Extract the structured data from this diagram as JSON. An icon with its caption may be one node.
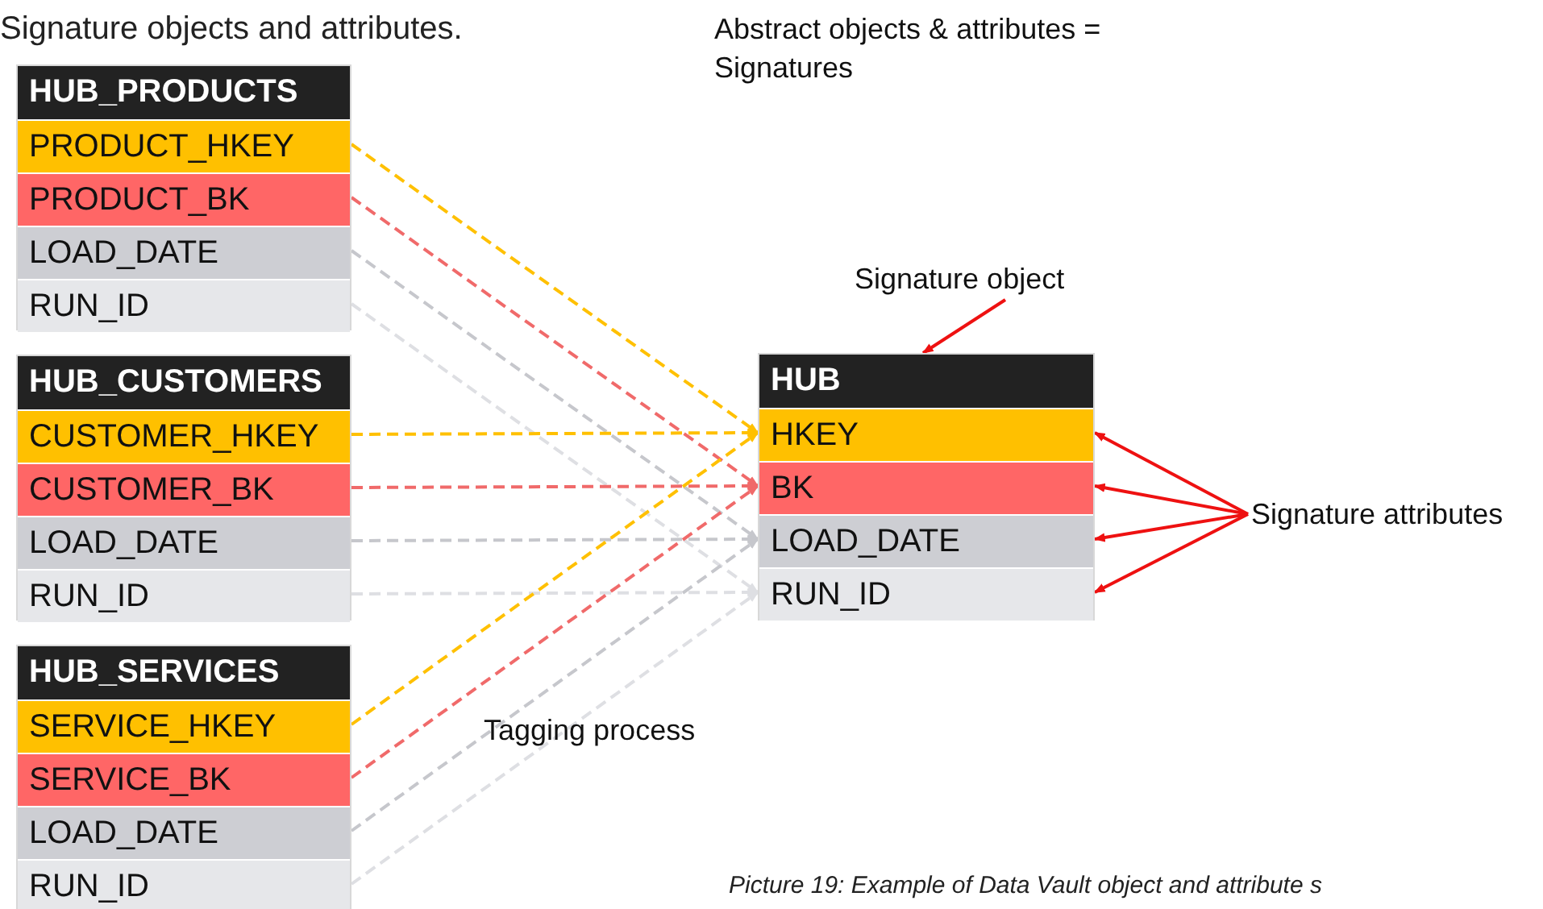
{
  "diagram": {
    "caption": "Picture 19: Example of Data Vault object and attribute s",
    "nodes": [
      {
        "text": [
          "HUB_PRODUCTS"
        ]
      },
      {
        "text": [
          "PRODUCT_HKEY"
        ],
        "in": 0
      },
      {
        "text": [
          "PRODUCT_BK"
        ],
        "in": 0
      },
      {
        "text": [
          "LOAD_DATE"
        ],
        "in": 0
      },
      {
        "text": [
          "RUN_ID"
        ],
        "in": 0
      },
      {
        "text": [
          "HUB_CUSTOMERS"
        ]
      },
      {
        "text": [
          "CUSTOMER_HKEY"
        ],
        "in": 5
      },
      {
        "text": [
          "CUSTOMER_BK"
        ],
        "in": 5
      },
      {
        "text": [
          "LOAD_DATE"
        ],
        "in": 5
      },
      {
        "text": [
          "RUN_ID"
        ],
        "in": 5
      },
      {
        "text": [
          "HUB_SERVICES"
        ]
      },
      {
        "text": [
          "SERVICE_HKEY"
        ],
        "in": 10
      },
      {
        "text": [
          "SERVICE_BK"
        ],
        "in": 10
      },
      {
        "text": [
          "LOAD_DATE"
        ],
        "in": 10
      },
      {
        "text": [
          "RUN_ID"
        ],
        "in": 10
      },
      {
        "text": [
          "Signature object"
        ]
      },
      {
        "text": [
          "HUB"
        ]
      },
      {
        "text": [
          "HKEY"
        ],
        "in": 16
      },
      {
        "text": [
          "BK"
        ],
        "in": 16
      },
      {
        "text": [
          "LOAD_DATE"
        ],
        "in": 16
      },
      {
        "text": [
          "RUN_ID"
        ],
        "in": 16
      },
      {
        "text": [
          "Signature attributes"
        ]
      }
    ],
    "edges": [
      {
        "from": 1,
        "to": 17,
        "arrow": "to",
        "style": "dashed",
        "color": "#ffc000"
      },
      {
        "from": 2,
        "to": 18,
        "arrow": "to",
        "style": "dashed",
        "color": "#f06a6a"
      },
      {
        "from": 3,
        "to": 19,
        "arrow": "to",
        "style": "dashed",
        "color": "#c6c7cc"
      },
      {
        "from": 4,
        "to": 20,
        "arrow": "to",
        "style": "dashed",
        "color": "#dedfe3"
      },
      {
        "from": 6,
        "to": 17,
        "arrow": "to",
        "style": "dashed",
        "color": "#ffc000"
      },
      {
        "from": 7,
        "to": 18,
        "arrow": "to",
        "style": "dashed",
        "color": "#f06a6a"
      },
      {
        "from": 8,
        "to": 19,
        "arrow": "to",
        "style": "dashed",
        "color": "#c6c7cc"
      },
      {
        "from": 9,
        "to": 20,
        "arrow": "to",
        "style": "dashed",
        "color": "#dedfe3"
      },
      {
        "from": 11,
        "to": 17,
        "arrow": "to",
        "style": "dashed",
        "color": "#ffc000"
      },
      {
        "from": 12,
        "to": 18,
        "arrow": "to",
        "style": "dashed",
        "color": "#f06a6a"
      },
      {
        "from": 13,
        "to": 19,
        "arrow": "to",
        "style": "dashed",
        "color": "#c6c7cc"
      },
      {
        "from": 14,
        "to": 20,
        "arrow": "to",
        "style": "dashed",
        "color": "#dedfe3"
      },
      {
        "from": 15,
        "to": 16,
        "arrow": "to",
        "color": "#ee1111"
      },
      {
        "from": 21,
        "to": 17,
        "arrow": "to",
        "color": "#ee1111"
      },
      {
        "from": 21,
        "to": 18,
        "arrow": "to",
        "color": "#ee1111"
      },
      {
        "from": 21,
        "to": 19,
        "arrow": "to",
        "color": "#ee1111"
      },
      {
        "from": 21,
        "to": 20,
        "arrow": "to",
        "color": "#ee1111"
      }
    ],
    "labels": [
      "Signature objects and attributes.",
      "Abstract objects & attributes = Signatures",
      "Tagging process"
    ]
  }
}
